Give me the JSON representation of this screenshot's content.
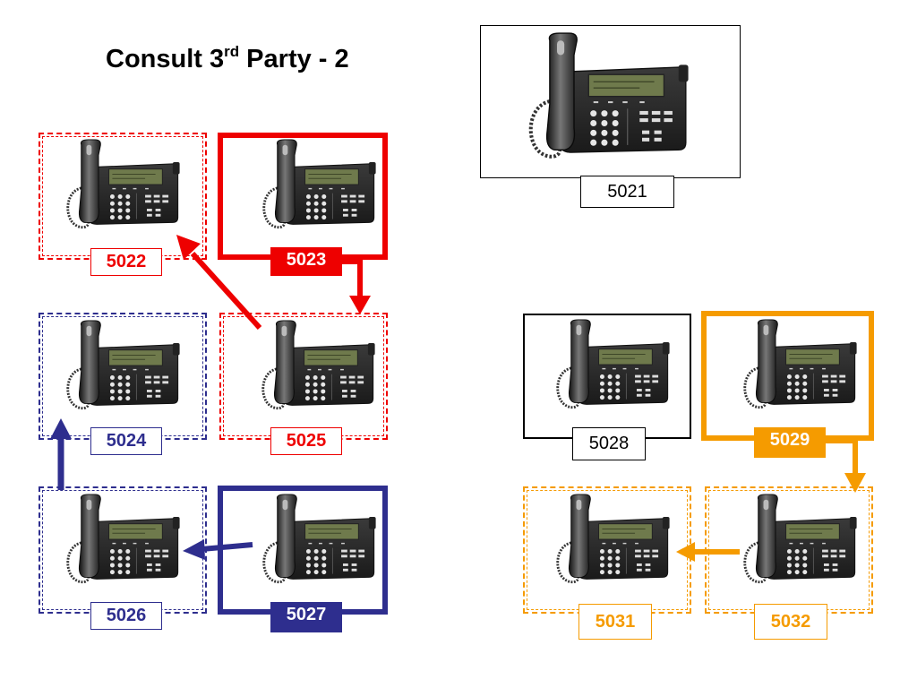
{
  "title": {
    "main": "Consult 3",
    "sup": "rd",
    "rest": " Party - 2"
  },
  "colors": {
    "red": "#ee0000",
    "blue": "#2e2e8e",
    "orange": "#f59b00",
    "black": "#000000"
  },
  "phones": [
    {
      "id": "5021",
      "label": "5021",
      "style": "black-solid-thin"
    },
    {
      "id": "5022",
      "label": "5022",
      "style": "red-dashed"
    },
    {
      "id": "5023",
      "label": "5023",
      "style": "red-solid-thick"
    },
    {
      "id": "5024",
      "label": "5024",
      "style": "blue-dashed"
    },
    {
      "id": "5025",
      "label": "5025",
      "style": "red-dashed"
    },
    {
      "id": "5026",
      "label": "5026",
      "style": "blue-dashed"
    },
    {
      "id": "5027",
      "label": "5027",
      "style": "blue-solid-thick"
    },
    {
      "id": "5028",
      "label": "5028",
      "style": "black-solid"
    },
    {
      "id": "5029",
      "label": "5029",
      "style": "orange-solid-thick"
    },
    {
      "id": "5031",
      "label": "5031",
      "style": "orange-dashed"
    },
    {
      "id": "5032",
      "label": "5032",
      "style": "orange-dashed"
    }
  ],
  "arrows": [
    {
      "from": "5023",
      "to": "5025",
      "color": "red"
    },
    {
      "from": "5025",
      "to": "5022",
      "color": "red"
    },
    {
      "from": "5027",
      "to": "5026",
      "color": "blue"
    },
    {
      "from": "5026",
      "to": "5024",
      "color": "blue"
    },
    {
      "from": "5029",
      "to": "5032",
      "color": "orange"
    },
    {
      "from": "5032",
      "to": "5031",
      "color": "orange"
    }
  ]
}
